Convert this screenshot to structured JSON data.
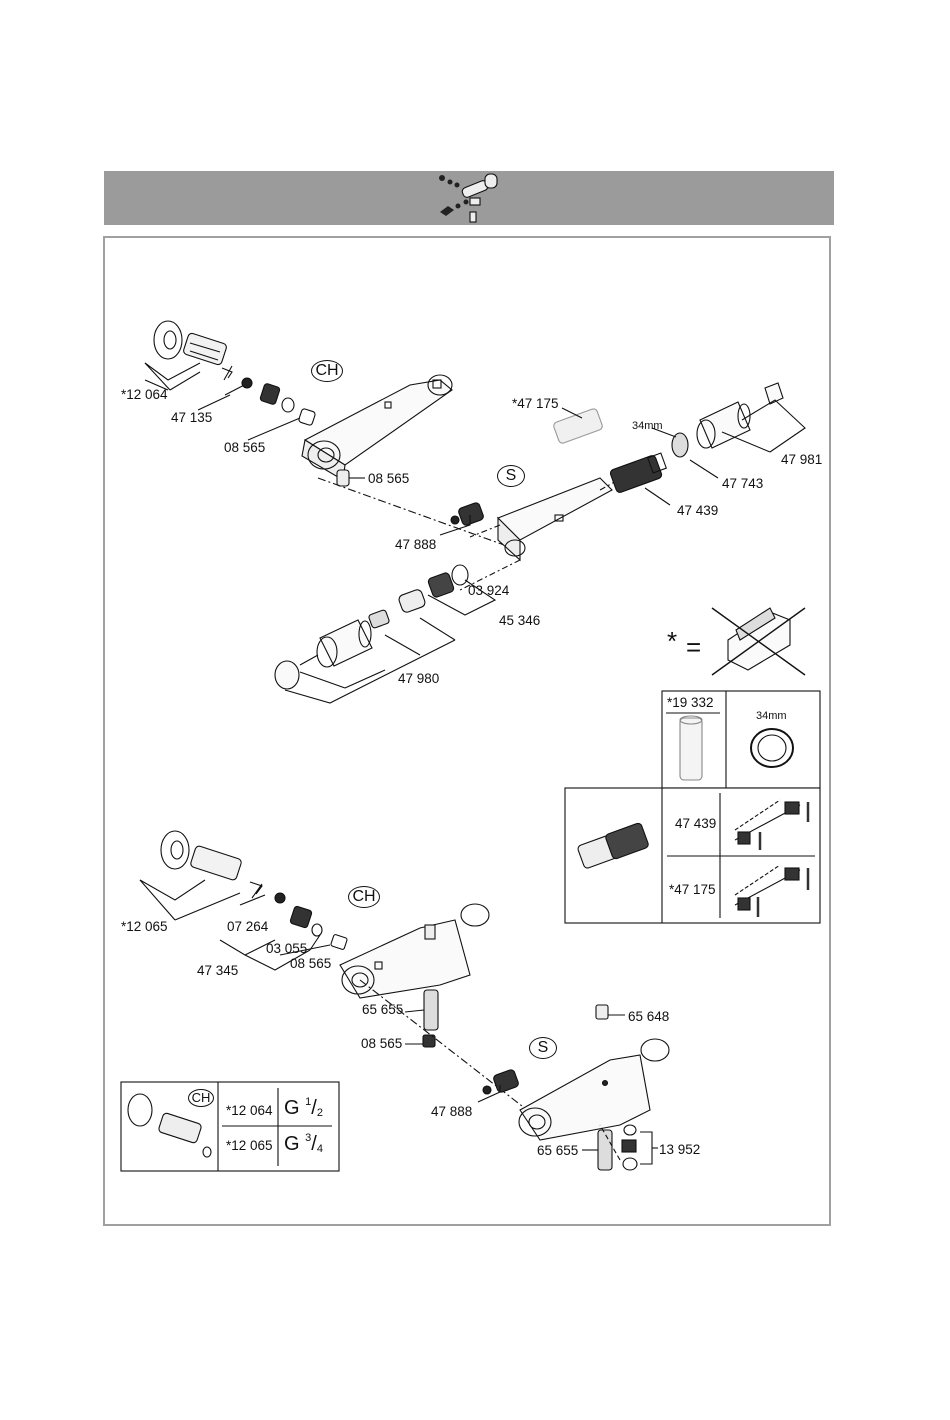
{
  "header": {
    "icon": "shower-thermostat-exploded-icon"
  },
  "shower_section": {
    "badge_ch": "CH",
    "badge_s": "S",
    "labels": {
      "p12064": "*12 064",
      "p47135": "47 135",
      "p08565a": "08 565",
      "p08565b": "08 565",
      "p47175": "*47 175",
      "p34mm": "34mm",
      "p47981": "47 981",
      "p47743": "47 743",
      "p47439": "47 439",
      "p47888": "47 888",
      "p03924": "03 924",
      "p45346": "45 346",
      "p47980": "47 980"
    }
  },
  "legend": {
    "star": "*",
    "equals": "=",
    "crossed_icon": "grohe-box-crossed-icon",
    "box1": {
      "part": "*19 332",
      "ring": "34mm"
    },
    "box2": {
      "row1": "47 439",
      "row2": "*47 175"
    }
  },
  "bath_section": {
    "badge_ch": "CH",
    "badge_s": "S",
    "labels": {
      "p12065": "*12 065",
      "p07264": "07 264",
      "p03055": "03 055",
      "p08565a": "08 565",
      "p47345": "47 345",
      "p65655a": "65 655",
      "p08565b": "08 565",
      "p65648": "65 648",
      "p47888": "47 888",
      "p65655b": "65 655",
      "p13952": "13 952"
    }
  },
  "table": {
    "badge": "CH",
    "rows": [
      {
        "part": "*12 064",
        "g_main": "G",
        "g_num": "1",
        "g_den": "2"
      },
      {
        "part": "*12 065",
        "g_main": "G",
        "g_num": "3",
        "g_den": "4"
      }
    ]
  }
}
